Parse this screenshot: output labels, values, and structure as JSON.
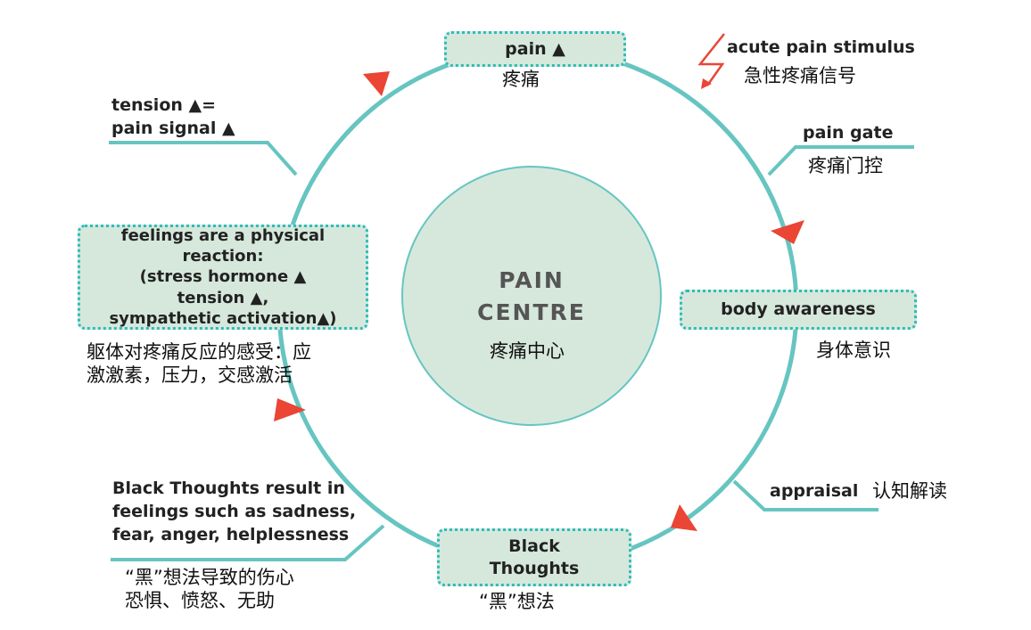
{
  "diagram": {
    "title": "Pain cycle",
    "colors": {
      "ring": "#66c5c1",
      "box_fill": "#d6e8dc",
      "box_border": "#2fbcb8",
      "arrow": "#ea4535",
      "center_text": "#555555"
    },
    "center": {
      "title_line1": "PAIN",
      "title_line2": "CENTRE",
      "zh": "疼痛中心"
    },
    "nodes": {
      "pain": {
        "en": "pain ▲",
        "zh": "疼痛"
      },
      "body_awareness": {
        "en": "body awareness",
        "zh": "身体意识"
      },
      "black_thoughts": {
        "en_line1": "Black",
        "en_line2": "Thoughts",
        "zh": "“黑”想法"
      },
      "feelings": {
        "en_line1": "feelings are a physical reaction:",
        "en_line2": "(stress hormone ▲",
        "en_line3": "tension ▲,",
        "en_line4": "sympathetic activation▲)",
        "zh_line1": "躯体对疼痛反应的感受：应",
        "zh_line2": "激激素，压力，交感激活"
      }
    },
    "callouts": {
      "acute": {
        "en": "acute pain stimulus",
        "zh": "急性疼痛信号",
        "icon": "lightning-bolt"
      },
      "pain_gate": {
        "en": "pain gate",
        "zh": "疼痛门控"
      },
      "appraisal": {
        "en": "appraisal",
        "zh": "认知解读"
      },
      "tension": {
        "en_line1": "tension ▲=",
        "en_line2": "pain signal ▲"
      },
      "black_result": {
        "en_line1": "Black Thoughts result in",
        "en_line2": "feelings such as sadness,",
        "en_line3": "fear, anger, helplessness",
        "zh_line1": "“黑”想法导致的伤心",
        "zh_line2": "恐惧、愤怒、无助"
      }
    },
    "flow": [
      "pain",
      "pain gate",
      "body awareness",
      "appraisal",
      "Black Thoughts",
      "feelings",
      "tension = pain signal",
      "pain"
    ]
  }
}
